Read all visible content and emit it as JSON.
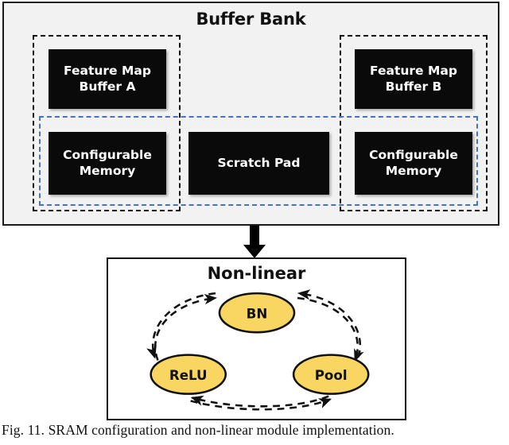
{
  "figure": {
    "caption": "Fig. 11. SRAM configuration and non-linear module implementation."
  },
  "buffer_bank": {
    "title": "Buffer Bank",
    "background_color": "#F2F2F2",
    "border_color": "#111111",
    "groups": [
      {
        "name": "left-buffer-group",
        "style": "black-dashed"
      },
      {
        "name": "right-buffer-group",
        "style": "black-dashed"
      }
    ],
    "configurable_region": {
      "style": "blue-dashed",
      "color": "#4472C4"
    },
    "blocks": [
      {
        "id": "feature-map-buffer-a",
        "label": "Feature Map\nBuffer A"
      },
      {
        "id": "feature-map-buffer-b",
        "label": "Feature Map\nBuffer B"
      },
      {
        "id": "configurable-memory-a",
        "label": "Configurable\nMemory"
      },
      {
        "id": "configurable-memory-b",
        "label": "Configurable\nMemory"
      },
      {
        "id": "scratch-pad",
        "label": "Scratch Pad"
      }
    ]
  },
  "connector": {
    "name": "buffer-bank-to-nonlinear-arrow",
    "direction": "down",
    "color": "#000000"
  },
  "nonlinear": {
    "title": "Non-linear",
    "node_fill": "#F9D662",
    "node_stroke": "#111111",
    "nodes": [
      {
        "id": "bn",
        "label": "BN"
      },
      {
        "id": "relu",
        "label": "ReLU"
      },
      {
        "id": "pool",
        "label": "Pool"
      }
    ],
    "edges": [
      {
        "from": "relu",
        "to": "bn",
        "style": "dashed"
      },
      {
        "from": "bn",
        "to": "pool",
        "style": "dashed"
      },
      {
        "from": "pool",
        "to": "relu",
        "style": "dashed"
      },
      {
        "from": "bn",
        "to": "relu",
        "style": "dashed"
      },
      {
        "from": "pool",
        "to": "bn",
        "style": "dashed"
      },
      {
        "from": "relu",
        "to": "pool",
        "style": "dashed"
      }
    ]
  }
}
